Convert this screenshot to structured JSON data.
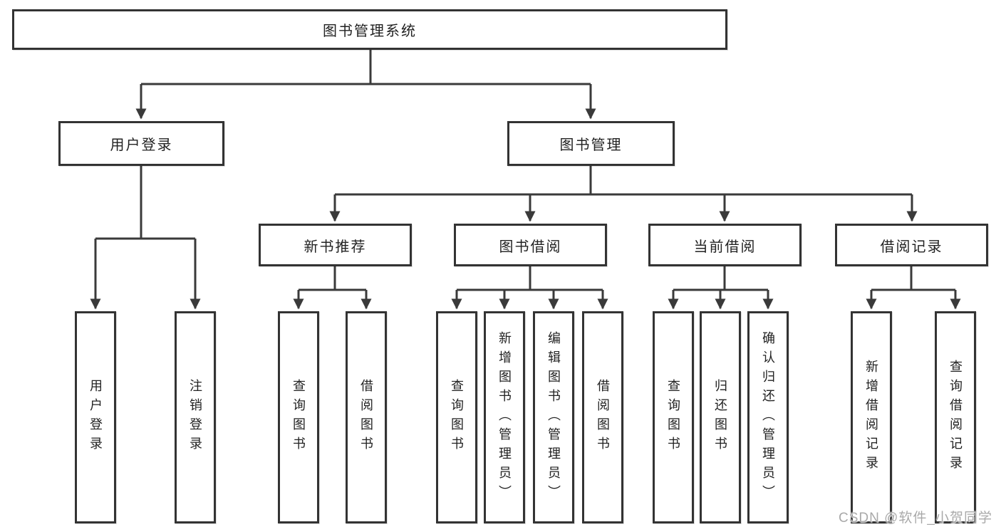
{
  "diagram": {
    "tree": {
      "label": "图书管理系统",
      "children": [
        {
          "label": "用户登录",
          "children": [
            {
              "label": "用户登录"
            },
            {
              "label": "注销登录"
            }
          ]
        },
        {
          "label": "图书管理",
          "children": [
            {
              "label": "新书推荐",
              "children": [
                {
                  "label": "查询图书"
                },
                {
                  "label": "借阅图书"
                }
              ]
            },
            {
              "label": "图书借阅",
              "children": [
                {
                  "label": "查询图书"
                },
                {
                  "label": "新增图书（管理员）"
                },
                {
                  "label": "编辑图书（管理员）"
                },
                {
                  "label": "借阅图书"
                }
              ]
            },
            {
              "label": "当前借阅",
              "children": [
                {
                  "label": "查询图书"
                },
                {
                  "label": "归还图书"
                },
                {
                  "label": "确认归还（管理员）"
                }
              ]
            },
            {
              "label": "借阅记录",
              "children": [
                {
                  "label": "新增借阅记录"
                },
                {
                  "label": "查询借阅记录"
                }
              ]
            }
          ]
        }
      ]
    },
    "colors": {
      "line": "#3a3a3a",
      "border": "#333333",
      "text": "#222222",
      "background": "#ffffff",
      "watermark": "#a9a9a9"
    }
  },
  "watermark": {
    "text": "CSDN @软件_小贺同学"
  }
}
